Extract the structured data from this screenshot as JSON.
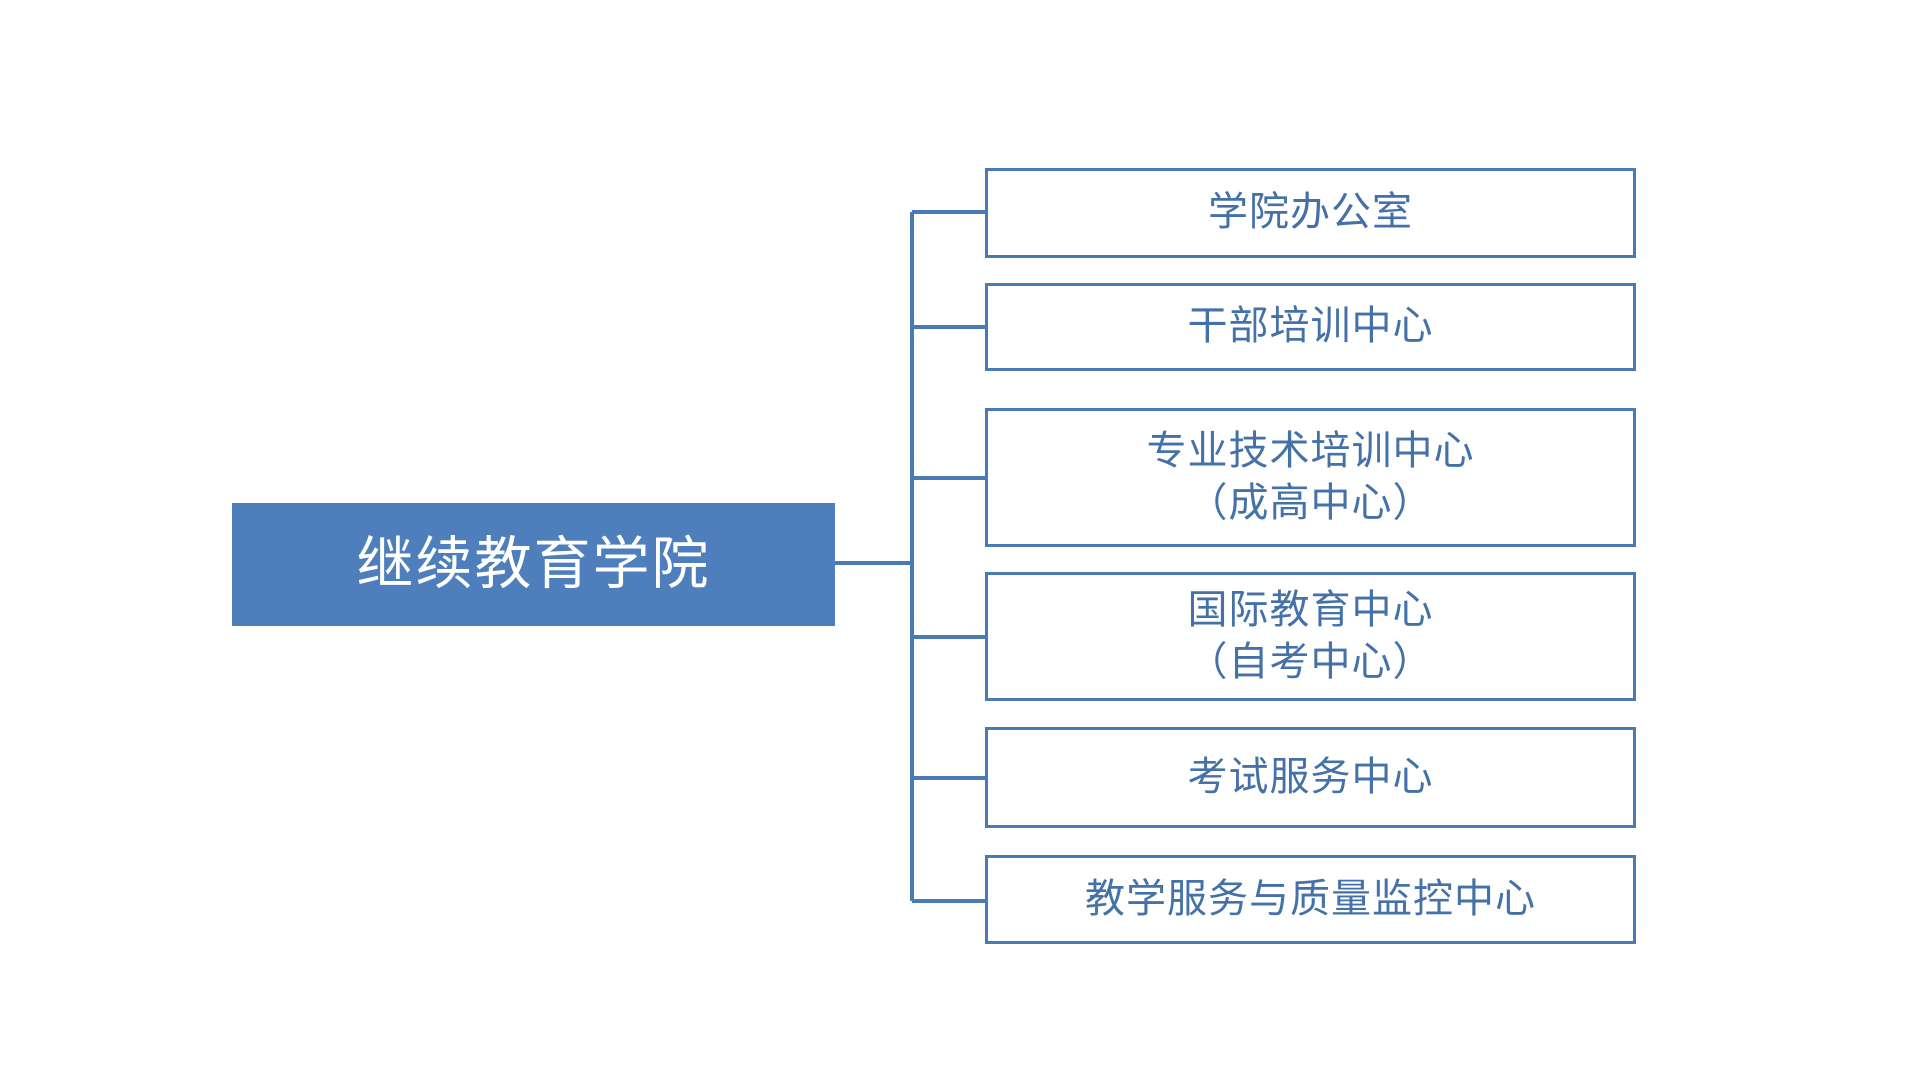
{
  "diagram": {
    "type": "organization-chart",
    "orientation": "horizontal-right",
    "colors": {
      "root_fill": "#4e7fbc",
      "root_text": "#ffffff",
      "node_border": "#4a7ab5",
      "node_fill": "#ffffff",
      "node_text": "#4472a8",
      "connector": "#4a7ab5",
      "background": "#ffffff"
    },
    "root": {
      "label": "继续教育学院"
    },
    "children": [
      {
        "label": "学院办公室",
        "line1": "学院办公室",
        "line2": ""
      },
      {
        "label": "干部培训中心",
        "line1": "干部培训中心",
        "line2": ""
      },
      {
        "label": "专业技术培训中心（成高中心）",
        "line1": "专业技术培训中心",
        "line2": "（成高中心）"
      },
      {
        "label": "国际教育中心（自考中心）",
        "line1": "国际教育中心",
        "line2": "（自考中心）"
      },
      {
        "label": "考试服务中心",
        "line1": "考试服务中心",
        "line2": ""
      },
      {
        "label": "教学服务与质量监控中心",
        "line1": "教学服务与质量监控中心",
        "line2": ""
      }
    ]
  }
}
